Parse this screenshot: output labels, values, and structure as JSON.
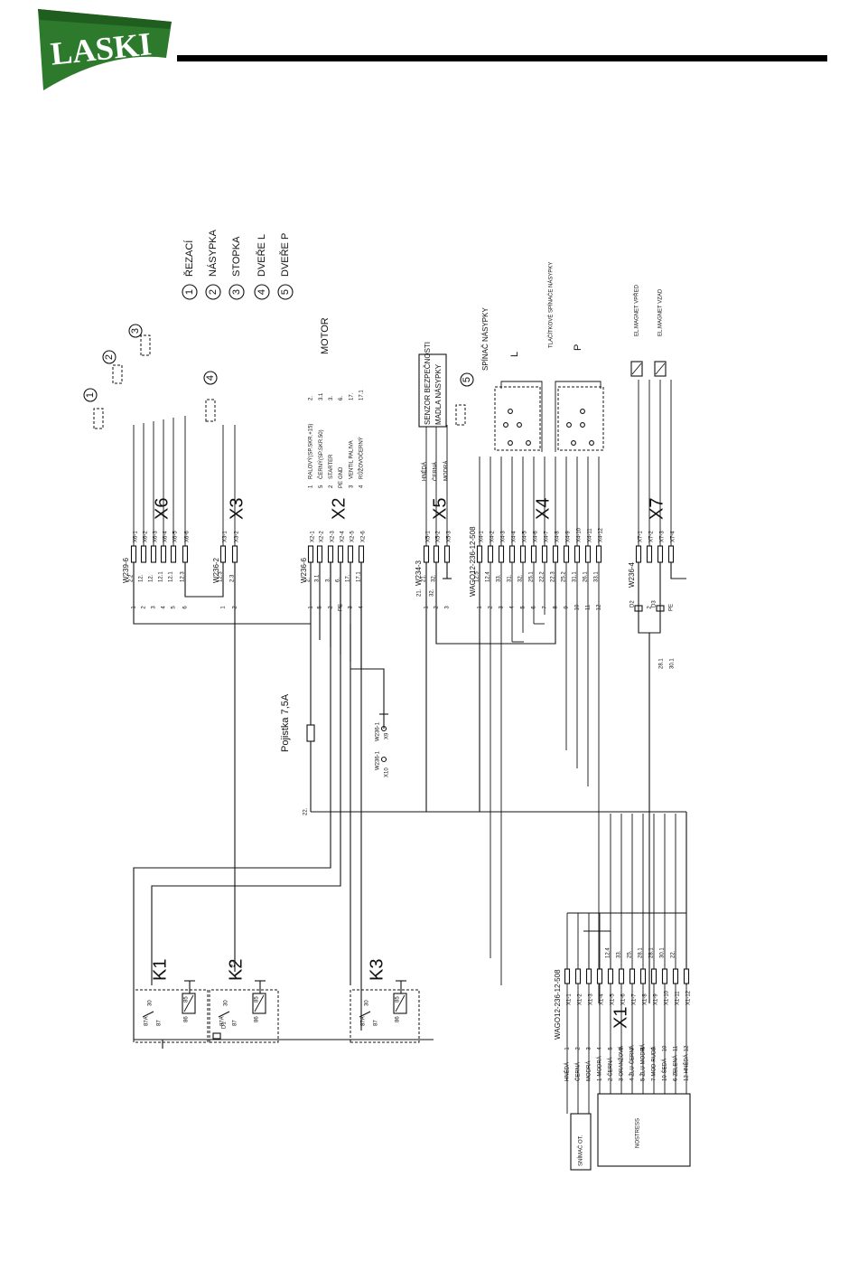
{
  "brand": {
    "logo_text": "LASKI",
    "logo_color": "#2d7a2d"
  },
  "legend": [
    {
      "num": "1",
      "label": "ŘEZACÍ"
    },
    {
      "num": "2",
      "label": "NÁSYPKA"
    },
    {
      "num": "3",
      "label": "STOPKA"
    },
    {
      "num": "4",
      "label": "DVEŘE L"
    },
    {
      "num": "5",
      "label": "DVEŘE P"
    }
  ],
  "switch_marks": [
    "1",
    "2",
    "3",
    "4",
    "5"
  ],
  "motor": {
    "title": "MOTOR",
    "rows": [
      {
        "pin": "1",
        "name": "RALOVÝ(SP.SKR.+15)",
        "wire": "2."
      },
      {
        "pin": "5",
        "name": "ČERNÝ(SP.SKR.50)",
        "wire": "3.1"
      },
      {
        "pin": "2",
        "name": "STARTER",
        "wire": "3."
      },
      {
        "pin": "PE",
        "name": "GND",
        "wire": "6."
      },
      {
        "pin": "3",
        "name": "VENTIL PALIVA",
        "wire": "17."
      },
      {
        "pin": "4",
        "name": "RŮŽOVOČERNÝ",
        "wire": "17.1"
      }
    ]
  },
  "sensor": {
    "line1": "SENZOR BEZPEČNOSTI",
    "line2": "MADLA NÁSYPKY"
  },
  "x5_wires": [
    "HNĚDÁ",
    "ČERNÁ",
    "MODRÁ"
  ],
  "spinac_nasypky": "SPÍNAČ NÁSYPKY",
  "tlacitkove": "TLAČÍTKOVÉ SPÍNAČE NÁSYPKY",
  "door_L": "L",
  "door_P": "P",
  "magnets": [
    "EL.MAGNET VPŘED",
    "EL.MAGNET VZAD"
  ],
  "connectors": {
    "X6": {
      "name": "X6",
      "code": "W239-6",
      "pins": [
        "X6-1",
        "X6-2",
        "X6-3",
        "X6-4",
        "X6-5",
        "X6-6"
      ],
      "nums": [
        "1",
        "2",
        "3",
        "4",
        "5",
        "6"
      ],
      "wires": [
        "2.2",
        "12.",
        "12.",
        "12.1",
        "12.1",
        "12.3"
      ]
    },
    "X3": {
      "name": "X3",
      "code": "W236-2",
      "pins": [
        "X3-1",
        "X3-2"
      ],
      "nums": [
        "1",
        "2"
      ],
      "wires": [
        "12.3",
        "2.3"
      ]
    },
    "X2": {
      "name": "X2",
      "code": "W236-6",
      "pins": [
        "X2-1",
        "X2-2",
        "X2-3",
        "X2-4",
        "X2-5",
        "X2-6"
      ],
      "nums": [
        "1",
        "5",
        "2",
        "PE",
        "3",
        "4"
      ],
      "wires": [
        "2.",
        "3.1",
        "3.",
        "6.",
        "17.",
        "17.1"
      ]
    },
    "X5": {
      "name": "X5",
      "code": "W234-3",
      "pins": [
        "X5-1",
        "X5-2",
        "X5-3"
      ],
      "nums": [
        "1",
        "2",
        "3"
      ],
      "wires": [
        "21.",
        "32."
      ]
    },
    "X4": {
      "name": "X4",
      "code": "WAGO12-236-12-508",
      "pins": [
        "X4-1",
        "X4-2",
        "X4-3",
        "X4-4",
        "X4-5",
        "X4-6",
        "X4-7",
        "X4-8",
        "X4-9",
        "X4-10",
        "X4-11",
        "X4-12"
      ],
      "nums": [
        "1",
        "2",
        "3",
        "4",
        "5",
        "6",
        "7",
        "8",
        "9",
        "10",
        "11",
        "12"
      ],
      "wires": [
        "12.5",
        "12.4",
        "33.",
        "31.",
        "32.",
        "25.1",
        "22.2",
        "22.3",
        "25.2",
        "31.1",
        "26.1",
        "33.1"
      ]
    },
    "X7": {
      "name": "X7",
      "code": "W236-4",
      "pins": [
        "X7-1",
        "X7-2",
        "X7-3",
        "X7-4"
      ],
      "nums": [
        "1",
        "2",
        "3",
        "PE"
      ],
      "wires": []
    },
    "X1": {
      "name": "X1",
      "code": "WAGO12-236-12-508",
      "pins": [
        "X1-1",
        "X1-2",
        "X1-3",
        "X1-4",
        "X1-5",
        "X1-6",
        "X1-7",
        "X1-8",
        "X1-9",
        "X1-10",
        "X1-11",
        "X1-12"
      ],
      "nums": [
        "1",
        "2",
        "3",
        "4",
        "5",
        "6",
        "7",
        "8",
        "9",
        "10",
        "11",
        "12"
      ],
      "wires": [
        "",
        "",
        "",
        "",
        "12.4",
        "33.",
        "25.",
        "28.1",
        "28.1",
        "30.1",
        "22.",
        ""
      ]
    }
  },
  "x1_cable": [
    "HNĚDÁ",
    "ČERNÁ",
    "MODRÁ",
    "1-MODRÁ",
    "2-ČERNÁ",
    "3-ORANŽOVÁ",
    "4-ŽLU-ČERNÁ",
    "5-ŽLU-MODRÁ",
    "7-MOD-RUDÁ",
    "10-ŠEDÁ",
    "6-ZELENÁ",
    "12-HNĚDÁ"
  ],
  "snimac": "SNÍMAČ OT.",
  "nostress": "NOSTRESS",
  "fuse": "Pojistka 7,5A",
  "x9_label": "X9",
  "x10_label": "X10",
  "w236_1": "W236-1",
  "wire_22": "22.",
  "wire_28": "28.1",
  "wire_30": "30.1",
  "wire_21": "21.",
  "wire_32": "32.",
  "relays": [
    {
      "name": "K1",
      "p30": "30",
      "p87a": "87A",
      "p87": "87",
      "p85": "85",
      "p86": "86"
    },
    {
      "name": "K2",
      "p30": "30",
      "p87a": "87A",
      "p87": "87",
      "p85": "85",
      "p86": "86"
    },
    {
      "name": "K3",
      "p30": "30",
      "p87a": "87A",
      "p87": "87",
      "p85": "85",
      "p86": "86"
    }
  ],
  "diodes": [
    "D1",
    "D2",
    "D3"
  ],
  "k1_wire": "2.3"
}
